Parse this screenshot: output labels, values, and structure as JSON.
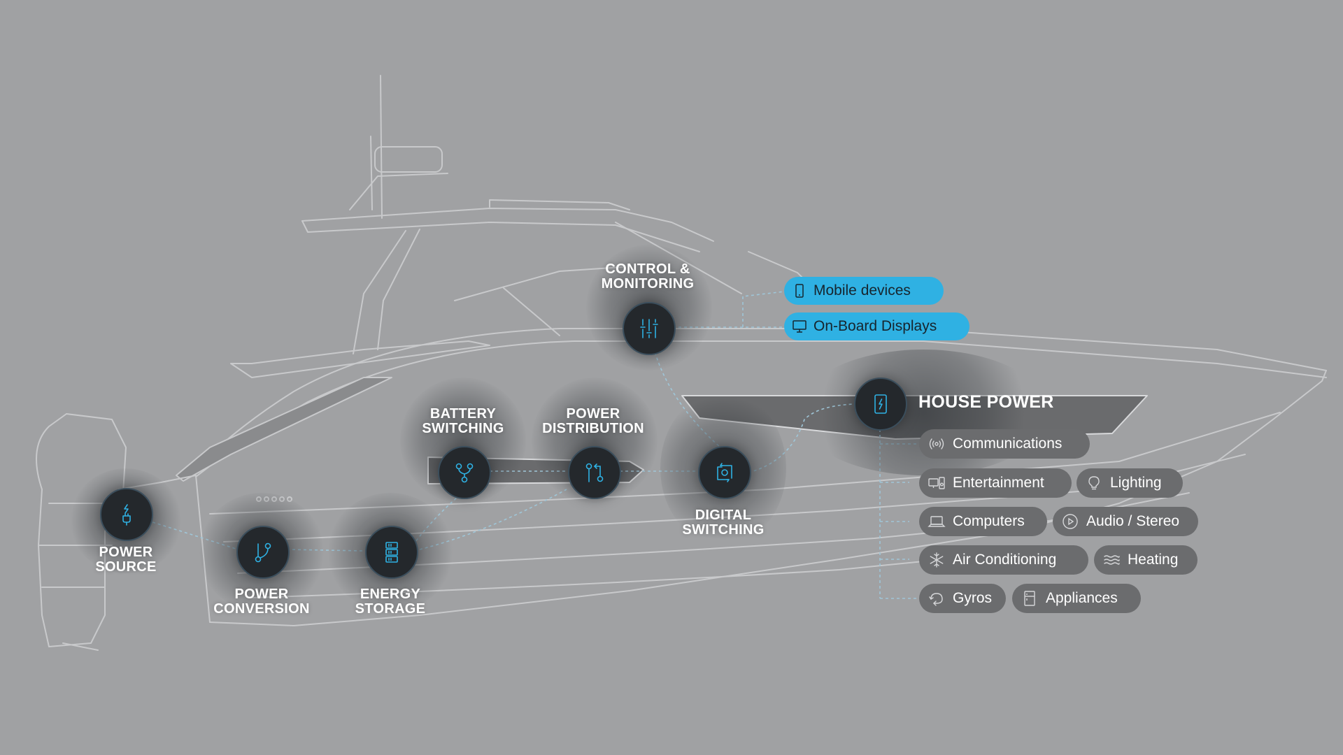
{
  "diagram": {
    "nodes": {
      "power_source": "POWER\nSOURCE",
      "power_conversion": "POWER\nCONVERSION",
      "energy_storage": "ENERGY\nSTORAGE",
      "battery_switching": "BATTERY\nSWITCHING",
      "power_distribution": "POWER\nDISTRIBUTION",
      "digital_switching": "DIGITAL\nSWITCHING",
      "control_monitoring": "CONTROL &\nMONITORING",
      "house_power": "HOUSE POWER"
    },
    "display_outputs": {
      "mobile": "Mobile devices",
      "onboard": "On-Board Displays"
    },
    "house_loads": {
      "communications": "Communications",
      "entertainment": "Entertainment",
      "lighting": "Lighting",
      "computers": "Computers",
      "audio": "Audio / Stereo",
      "air_conditioning": "Air Conditioning",
      "heating": "Heating",
      "gyros": "Gyros",
      "appliances": "Appliances"
    }
  },
  "colors": {
    "background": "#a0a1a3",
    "node_fill": "#24282c",
    "accent": "#2fb1e3",
    "pill": "#6b6c6e",
    "line": "#9fc6d8",
    "boat_outline": "#c8c9cb"
  }
}
